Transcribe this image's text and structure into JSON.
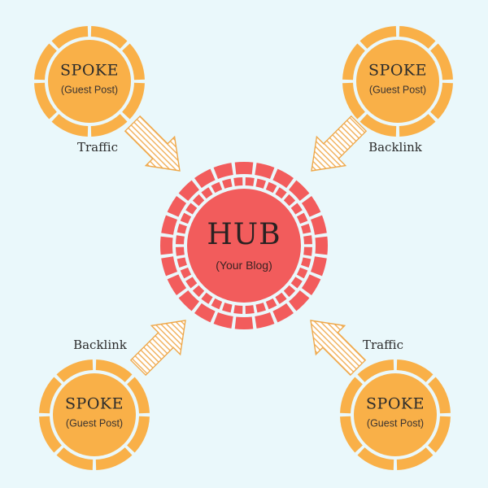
{
  "colors": {
    "background": "#EAF8FB",
    "spoke_fill": "#F9B048",
    "hub_fill": "#F25C5C",
    "arrow_stroke": "#EFA84A",
    "ring_gap": "#FFFFFF",
    "text": "#2b2b2b"
  },
  "hub": {
    "title": "HUB",
    "subtitle": "(Your Blog)"
  },
  "spokes": [
    {
      "position": "top-left",
      "title": "SPOKE",
      "subtitle": "(Guest Post)"
    },
    {
      "position": "top-right",
      "title": "SPOKE",
      "subtitle": "(Guest Post)"
    },
    {
      "position": "bottom-left",
      "title": "SPOKE",
      "subtitle": "(Guest Post)"
    },
    {
      "position": "bottom-right",
      "title": "SPOKE",
      "subtitle": "(Guest Post)"
    }
  ],
  "flows": [
    {
      "position": "top-left",
      "label": "Traffic",
      "direction": "toward-hub"
    },
    {
      "position": "top-right",
      "label": "Backlink",
      "direction": "toward-hub"
    },
    {
      "position": "bottom-left",
      "label": "Backlink",
      "direction": "toward-spoke"
    },
    {
      "position": "bottom-right",
      "label": "Traffic",
      "direction": "toward-hub"
    }
  ]
}
